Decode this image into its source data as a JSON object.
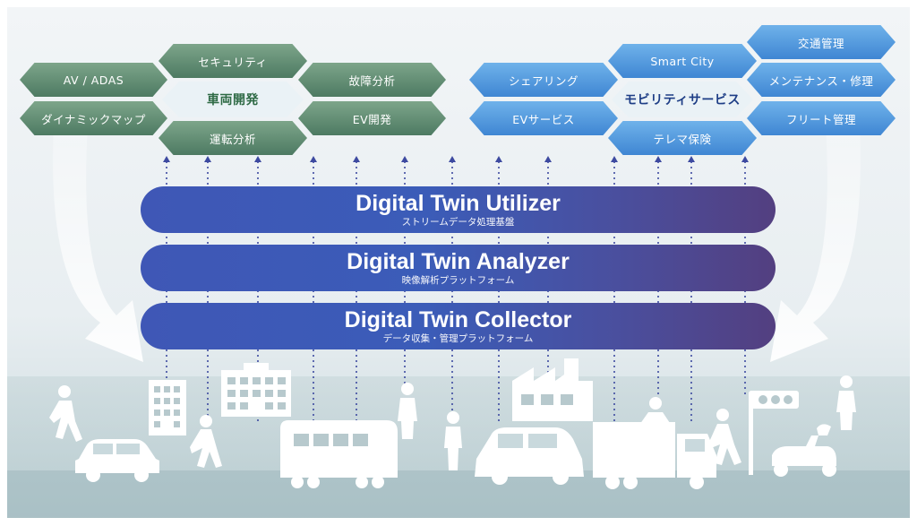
{
  "colors": {
    "green_hex": "#5a8a6f",
    "blue_hex": "#4f97de",
    "platform_bar": "#3f57b6",
    "platform_bar_end": "#533f80",
    "arrow_dots": "#3d4aa0"
  },
  "vehicle_domain": {
    "center_label": "車両開発",
    "items": [
      {
        "label": "セキュリティ"
      },
      {
        "label": "AV / ADAS"
      },
      {
        "label": "故障分析"
      },
      {
        "label": "ダイナミックマップ"
      },
      {
        "label": "EV開発"
      },
      {
        "label": "運転分析"
      }
    ]
  },
  "mobility_domain": {
    "center_label": "モビリティサービス",
    "items": [
      {
        "label": "交通管理"
      },
      {
        "label": "Smart City"
      },
      {
        "label": "シェアリング"
      },
      {
        "label": "メンテナンス・修理"
      },
      {
        "label": "EVサービス"
      },
      {
        "label": "フリート管理"
      },
      {
        "label": "テレマ保険"
      }
    ]
  },
  "platform_layers": [
    {
      "title": "Digital Twin Utilizer",
      "subtitle": "ストリームデータ処理基盤"
    },
    {
      "title": "Digital Twin Analyzer",
      "subtitle": "映像解析プラットフォーム"
    },
    {
      "title": "Digital Twin Collector",
      "subtitle": "データ収集・管理プラットフォーム"
    }
  ],
  "icons": {
    "city": [
      "pedestrian-icon",
      "car-icon",
      "office-building-icon",
      "apartment-building-icon",
      "bus-icon",
      "factory-icon",
      "truck-icon",
      "traffic-light-icon",
      "scooter-icon"
    ]
  }
}
